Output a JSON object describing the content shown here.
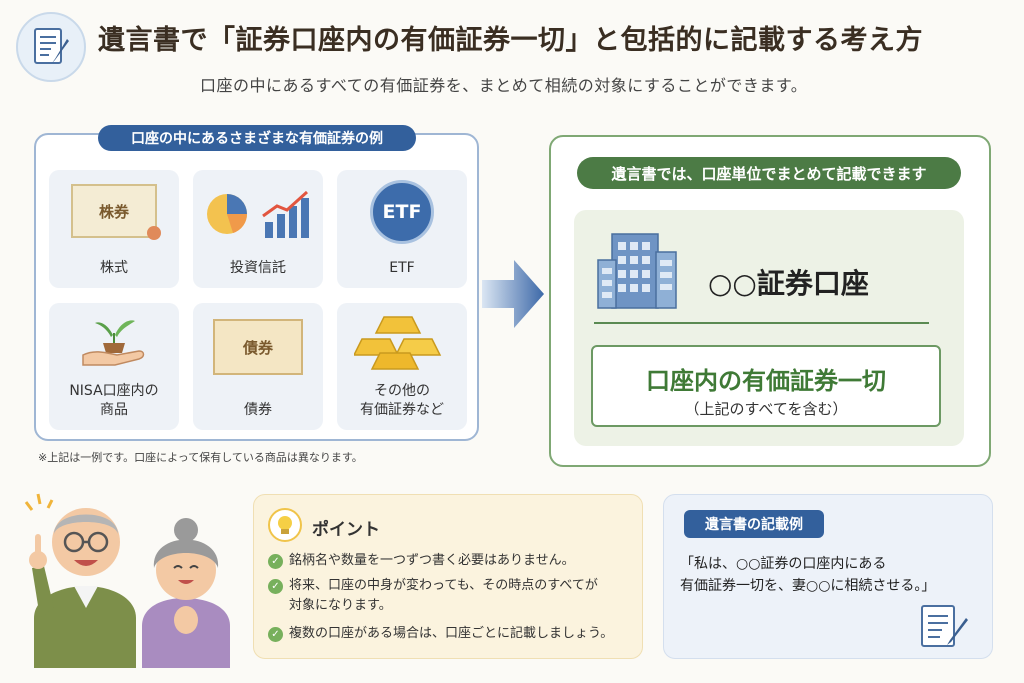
{
  "header": {
    "title": "遺言書で「証券口座内の有価証券一切」と包括的に記載する考え方",
    "subtitle": "口座の中にあるすべての有価証券を、まとめて相続の対象にすることができます。"
  },
  "examples_panel": {
    "heading": "口座の中にあるさまざまな有価証券の例",
    "cards": [
      {
        "label": "株式",
        "icon_text": "株券",
        "icon": "stock-certificate-icon"
      },
      {
        "label": "投資信託",
        "icon": "pie-and-bar-chart-icon"
      },
      {
        "label": "ETF",
        "icon_text": "ETF",
        "icon": "etf-globe-icon"
      },
      {
        "label": "NISA口座内の\n商品",
        "icon": "hand-with-sprout-icon"
      },
      {
        "label": "債券",
        "icon_text": "債券",
        "icon": "bond-certificate-icon"
      },
      {
        "label": "その他の\n有価証券など",
        "icon": "gold-bars-icon"
      }
    ],
    "note": "※上記は一例です。口座によって保有している商品は異なります。"
  },
  "will_panel": {
    "heading": "遺言書では、口座単位でまとめて記載できます",
    "account_name": "○○証券口座",
    "contents_main": "口座内の有価証券一切",
    "contents_sub": "（上記のすべてを含む）"
  },
  "points": {
    "title": "ポイント",
    "items": [
      "銘柄名や数量を一つずつ書く必要はありません。",
      "将来、口座の中身が変わっても、その時点のすべてが\n対象になります。",
      "複数の口座がある場合は、口座ごとに記載しましょう。"
    ]
  },
  "example": {
    "heading": "遺言書の記載例",
    "text": "「私は、○○証券の口座内にある\n 有価証券一切を、妻○○に相続させる。」"
  },
  "colors": {
    "blue": "#33609c",
    "green": "#4c7b45",
    "title_brown": "#3a2e22"
  }
}
